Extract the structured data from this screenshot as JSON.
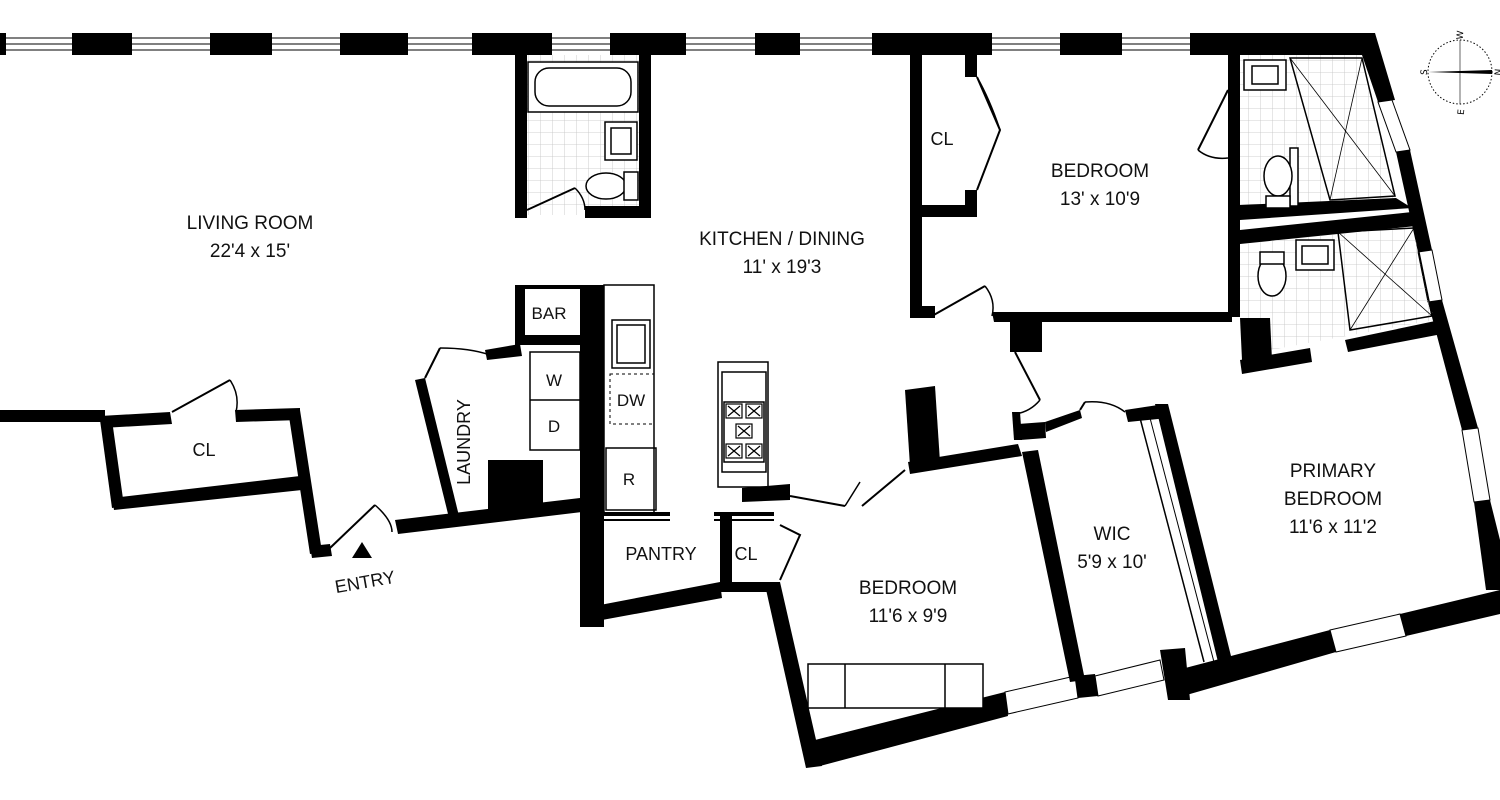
{
  "rooms": {
    "living": {
      "name": "LIVING ROOM",
      "dims": "22'4 x 15'"
    },
    "kitchen": {
      "name": "KITCHEN / DINING",
      "dims": "11' x 19'3"
    },
    "bedroom_top": {
      "name": "BEDROOM",
      "dims": "13' x 10'9"
    },
    "bedroom_bottom": {
      "name": "BEDROOM",
      "dims": "11'6 x 9'9"
    },
    "wic": {
      "name": "WIC",
      "dims": "5'9 x 10'"
    },
    "primary": {
      "name1": "PRIMARY",
      "name2": "BEDROOM",
      "dims": "11'6 x 11'2"
    }
  },
  "labels": {
    "closet": "CL",
    "bar": "BAR",
    "laundry": "LAUNDRY",
    "washer": "W",
    "dryer": "D",
    "dishwasher": "DW",
    "refrigerator": "R",
    "pantry": "PANTRY",
    "entry": "ENTRY"
  },
  "compass": {
    "s": "S",
    "w": "W",
    "n": "N",
    "e": "E"
  }
}
